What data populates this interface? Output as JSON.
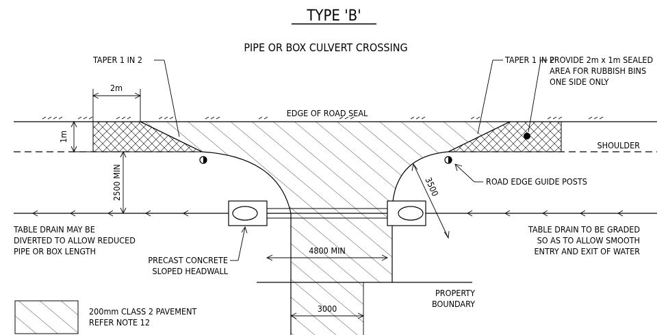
{
  "title": "TYPE 'B'",
  "subtitle": "PIPE OR BOX CULVERT CROSSING",
  "labels": {
    "taper_left": "TAPER 1 IN 2",
    "taper_right": "TAPER 1 IN 2",
    "edge_of_road_seal": "EDGE OF ROAD SEAL",
    "shoulder": "SHOULDER",
    "rubbish_line1": "PROVIDE 2m x 1m SEALED",
    "rubbish_line2": "AREA FOR RUBBISH BINS",
    "rubbish_line3": "ONE SIDE ONLY",
    "guide_posts": "ROAD EDGE GUIDE POSTS",
    "drain_left_line1": "TABLE DRAIN MAY BE",
    "drain_left_line2": "DIVERTED TO ALLOW REDUCED",
    "drain_left_line3": "PIPE OR BOX LENGTH",
    "drain_right_line1": "TABLE DRAIN TO BE GRADED",
    "drain_right_line2": "SO AS TO ALLOW SMOOTH",
    "drain_right_line3": "ENTRY AND EXIT OF WATER",
    "headwall_line1": "PRECAST CONCRETE",
    "headwall_line2": "SLOPED HEADWALL",
    "property_line1": "PROPERTY",
    "property_line2": "BOUNDARY",
    "legend_line1": "200mm CLASS 2 PAVEMENT",
    "legend_line2": "REFER NOTE 12"
  },
  "dimensions": {
    "bin_width": "2m",
    "shoulder_width": "1m",
    "min_offset": "2500 MIN",
    "radius": "3500",
    "crossing_width_min": "4800 MIN",
    "crossing_width": "3000"
  }
}
